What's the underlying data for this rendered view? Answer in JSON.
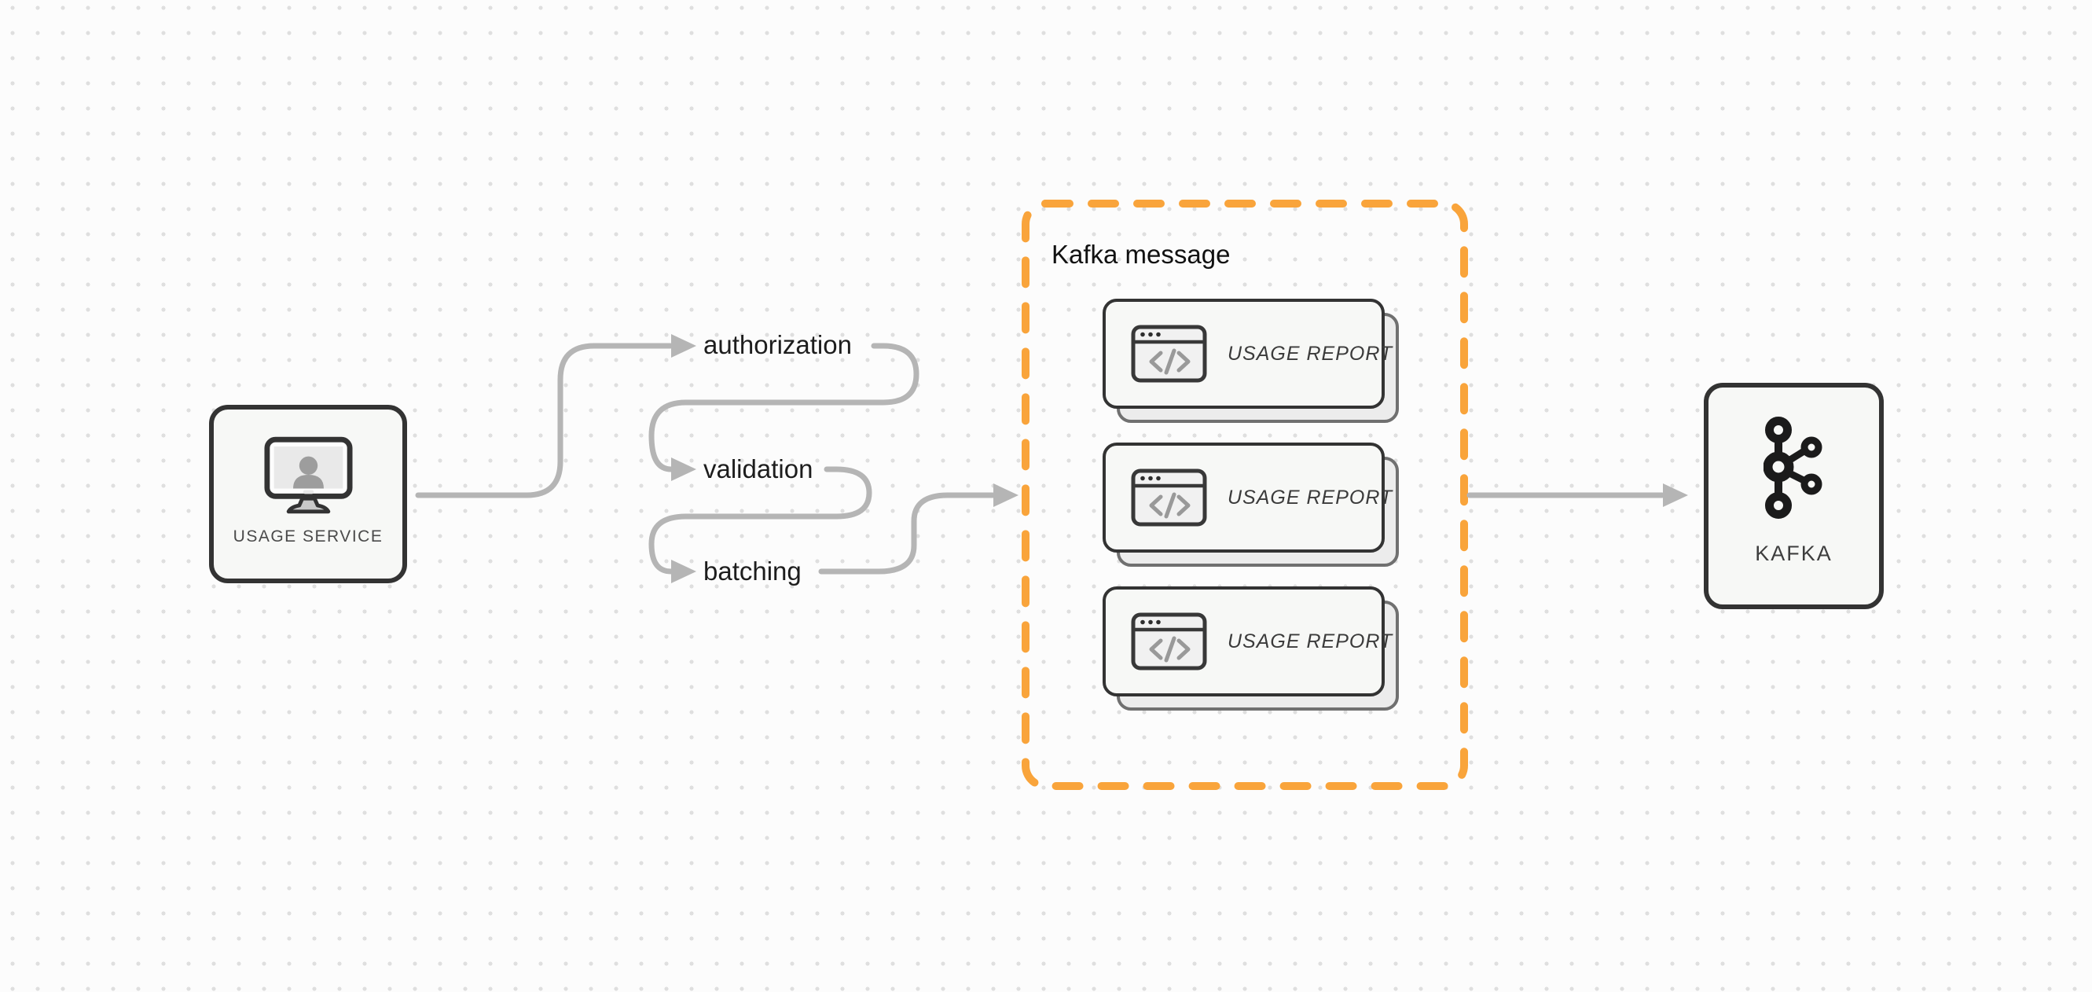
{
  "diagram": {
    "source_node": {
      "label": "USAGE SERVICE"
    },
    "pipeline_steps": [
      {
        "label": "authorization"
      },
      {
        "label": "validation"
      },
      {
        "label": "batching"
      }
    ],
    "kafka_message_group": {
      "title": "Kafka message",
      "cards": [
        {
          "label": "USAGE REPORT"
        },
        {
          "label": "USAGE REPORT"
        },
        {
          "label": "USAGE REPORT"
        }
      ]
    },
    "sink_node": {
      "label": "KAFKA"
    }
  },
  "icons": {
    "source_node_icon": "monitor-user-icon",
    "card_icon": "code-window-icon",
    "sink_node_icon": "kafka-logo-icon"
  },
  "colors": {
    "background": "#FCFCFC",
    "grid_dot": "#DFDFDF",
    "connector_gray": "#B5B5B5",
    "node_border": "#333333",
    "node_fill": "#F7F8F6",
    "accent_orange": "#F9A43B",
    "card_shadow_fill": "#ECECEC",
    "card_shadow_border": "#707070",
    "step_label_text": "#1D1D1D",
    "node_label_text": "#4A4A4A"
  }
}
